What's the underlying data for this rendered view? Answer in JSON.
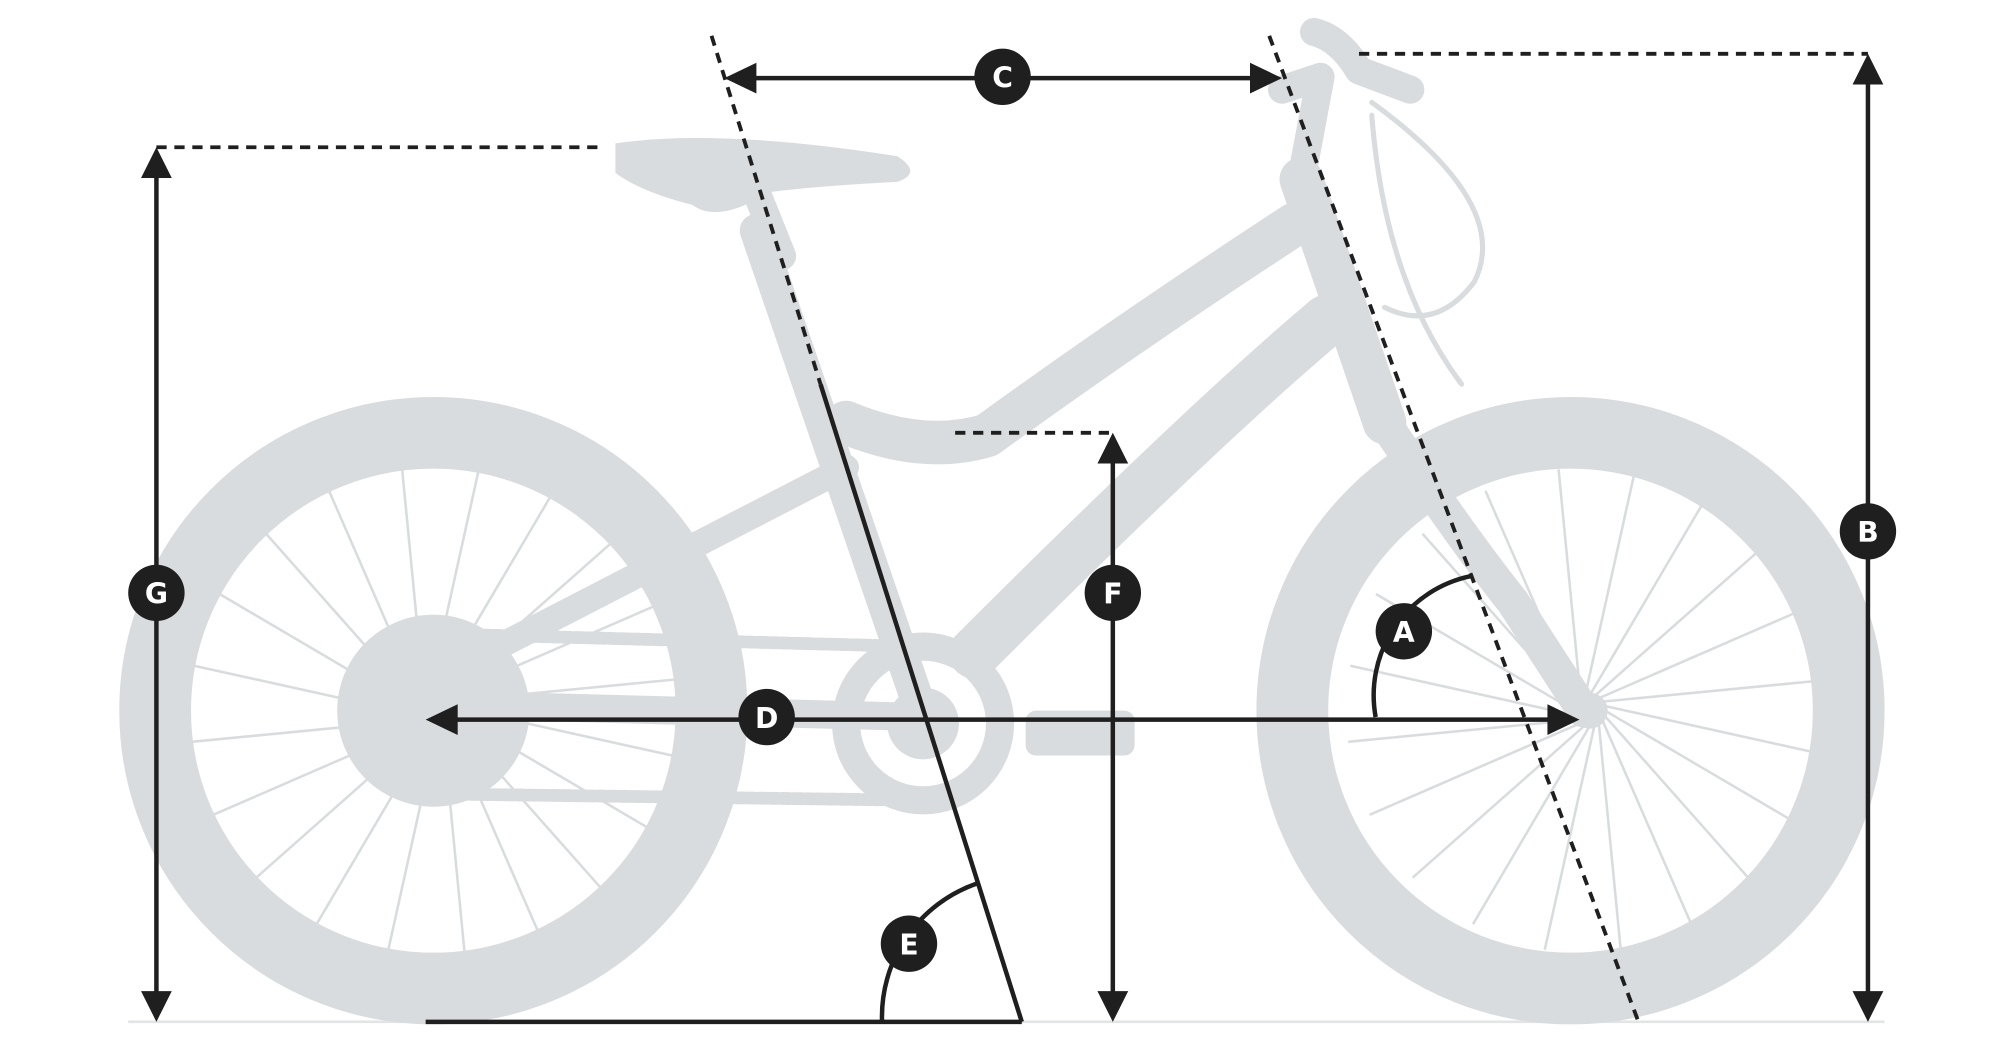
{
  "diagram": {
    "subject": "bike-geometry",
    "labels": {
      "A": "A",
      "B": "B",
      "C": "C",
      "D": "D",
      "E": "E",
      "F": "F",
      "G": "G"
    },
    "colors": {
      "silhouette": "#d9dcde",
      "dimension": "#1f1f1f"
    }
  }
}
